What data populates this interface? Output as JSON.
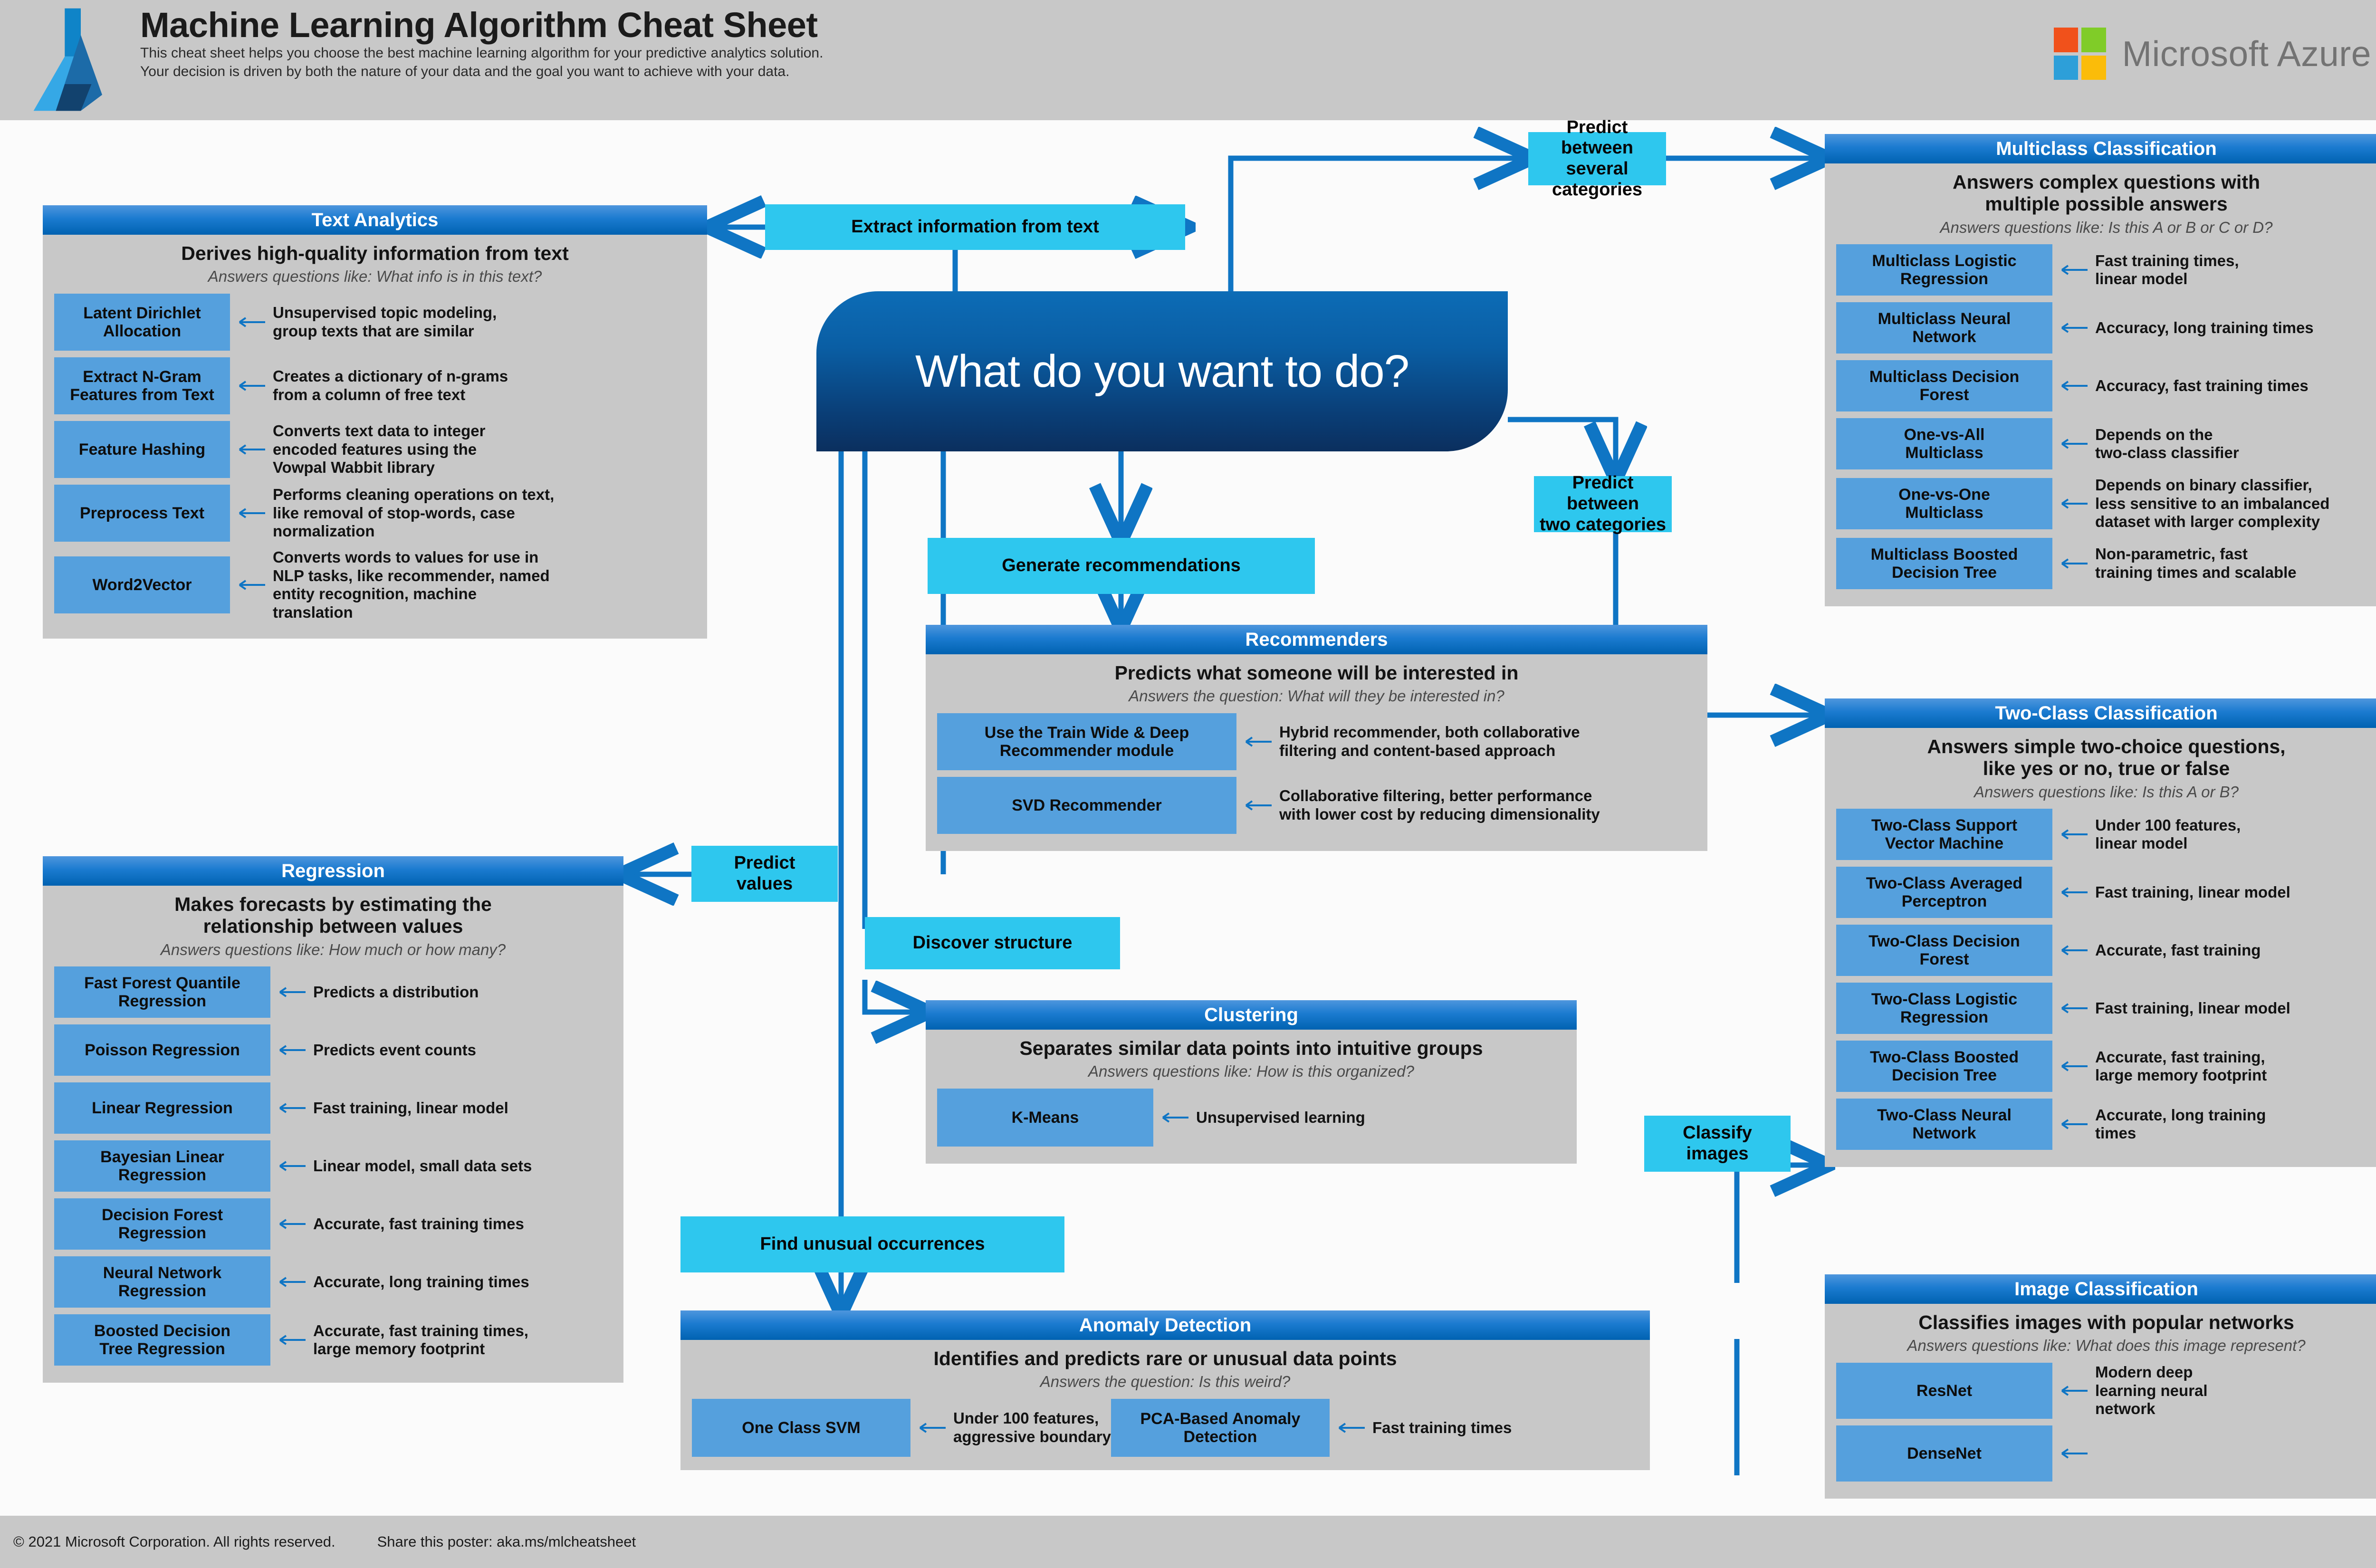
{
  "header": {
    "title": "Machine Learning Algorithm Cheat Sheet",
    "sub1": "This cheat sheet helps you choose the best machine learning algorithm for your predictive analytics solution.",
    "sub2": "Your decision is driven by both the nature of your data and the goal you want to achieve with your data.",
    "brand": "Microsoft Azure"
  },
  "footer": {
    "copyright": "© 2021 Microsoft Corporation. All rights reserved.",
    "share": "Share this poster: aka.ms/mlcheatsheet"
  },
  "hub": {
    "label": "What do you want to do?"
  },
  "decisions": {
    "extract_text": "Extract information from text",
    "several_categories": "Predict between\nseveral categories",
    "two_categories": "Predict between\ntwo categories",
    "recommendations": "Generate recommendations",
    "predict_values": "Predict\nvalues",
    "discover_structure": "Discover structure",
    "find_unusual": "Find unusual occurrences",
    "classify_images": "Classify\nimages"
  },
  "colors": {
    "panel_header_top": "#4e96dd",
    "panel_header_bottom": "#0062b1",
    "panel_body": "#c8c8c8",
    "algo_box": "#55a0dd",
    "decision_cyan": "#2ec7ee",
    "connector": "#0f75c4",
    "hub_top": "#0d6cb6",
    "hub_bottom": "#0b2f5e",
    "header_bg": "#c8c8c8"
  },
  "panels": {
    "text_analytics": {
      "title": "Text Analytics",
      "desc": "Derives high-quality information from text",
      "question": "Answers questions like: What info is in this text?",
      "rows": [
        {
          "algo": "Latent Dirichlet\nAllocation",
          "note": "Unsupervised topic modeling,\ngroup texts that are similar"
        },
        {
          "algo": "Extract N-Gram\nFeatures from Text",
          "note": "Creates a dictionary of n-grams\nfrom a column of free text"
        },
        {
          "algo": "Feature Hashing",
          "note": "Converts text data to integer\nencoded features using the\nVowpal Wabbit library"
        },
        {
          "algo": "Preprocess Text",
          "note": "Performs cleaning operations on text,\nlike removal of stop-words, case\nnormalization"
        },
        {
          "algo": "Word2Vector",
          "note": "Converts words to values for use in\nNLP tasks, like recommender, named\nentity recognition, machine\ntranslation"
        }
      ]
    },
    "regression": {
      "title": "Regression",
      "desc": "Makes forecasts by estimating the\nrelationship between values",
      "question": "Answers questions like: How much or how many?",
      "rows": [
        {
          "algo": "Fast Forest Quantile\nRegression",
          "note": "Predicts a distribution"
        },
        {
          "algo": "Poisson Regression",
          "note": "Predicts event counts"
        },
        {
          "algo": "Linear Regression",
          "note": "Fast training, linear model"
        },
        {
          "algo": "Bayesian Linear\nRegression",
          "note": "Linear model, small data sets"
        },
        {
          "algo": "Decision Forest\nRegression",
          "note": "Accurate, fast training times"
        },
        {
          "algo": "Neural Network\nRegression",
          "note": "Accurate, long training times"
        },
        {
          "algo": "Boosted Decision\nTree Regression",
          "note": "Accurate, fast training times,\nlarge memory footprint"
        }
      ]
    },
    "recommenders": {
      "title": "Recommenders",
      "desc": "Predicts what someone will be interested in",
      "question": "Answers the question: What will they be interested in?",
      "rows": [
        {
          "algo": "Use the Train Wide & Deep\nRecommender module",
          "note": "Hybrid recommender, both collaborative\nfiltering and content-based approach"
        },
        {
          "algo": "SVD Recommender",
          "note": "Collaborative filtering, better performance\nwith lower cost by reducing dimensionality"
        }
      ]
    },
    "clustering": {
      "title": "Clustering",
      "desc": "Separates similar data points into intuitive groups",
      "question": "Answers questions like: How is this organized?",
      "rows": [
        {
          "algo": "K-Means",
          "note": "Unsupervised learning"
        }
      ]
    },
    "anomaly_detection": {
      "title": "Anomaly Detection",
      "desc": "Identifies and predicts rare or unusual data points",
      "question": "Answers the question: Is this weird?",
      "rows": [
        {
          "algo": "One Class SVM",
          "note": "Under 100 features,\naggressive boundary"
        },
        {
          "algo": "PCA-Based Anomaly\nDetection",
          "note": "Fast training times"
        }
      ]
    },
    "multiclass": {
      "title": "Multiclass Classification",
      "desc": "Answers complex questions with\nmultiple possible answers",
      "question": "Answers questions like: Is this A or B or C or D?",
      "rows": [
        {
          "algo": "Multiclass Logistic\nRegression",
          "note": "Fast training times,\nlinear model"
        },
        {
          "algo": "Multiclass Neural\nNetwork",
          "note": "Accuracy, long training times"
        },
        {
          "algo": "Multiclass Decision\nForest",
          "note": "Accuracy, fast training times"
        },
        {
          "algo": "One-vs-All\nMulticlass",
          "note": "Depends on the\ntwo-class classifier"
        },
        {
          "algo": "One-vs-One\nMulticlass",
          "note": "Depends on binary classifier,\nless sensitive to an imbalanced\ndataset with larger complexity"
        },
        {
          "algo": "Multiclass Boosted\nDecision Tree",
          "note": "Non-parametric, fast\ntraining times and scalable"
        }
      ]
    },
    "twoclass": {
      "title": "Two-Class Classification",
      "desc": "Answers simple two-choice questions,\nlike yes or no, true or false",
      "question": "Answers questions like: Is this A or B?",
      "rows": [
        {
          "algo": "Two-Class Support\nVector Machine",
          "note": "Under 100 features,\nlinear model"
        },
        {
          "algo": "Two-Class Averaged\nPerceptron",
          "note": "Fast training, linear model"
        },
        {
          "algo": "Two-Class Decision\nForest",
          "note": "Accurate, fast training"
        },
        {
          "algo": "Two-Class Logistic\nRegression",
          "note": "Fast training, linear model"
        },
        {
          "algo": "Two-Class Boosted\nDecision Tree",
          "note": "Accurate, fast training,\nlarge memory footprint"
        },
        {
          "algo": "Two-Class Neural\nNetwork",
          "note": "Accurate, long training\ntimes"
        }
      ]
    },
    "image": {
      "title": "Image Classification",
      "desc": "Classifies images with popular networks",
      "question": "Answers questions like: What does this image represent?",
      "rows": [
        {
          "algo": "ResNet",
          "note": "Modern deep\nlearning neural\nnetwork"
        },
        {
          "algo": "DenseNet",
          "note": ""
        }
      ]
    }
  }
}
